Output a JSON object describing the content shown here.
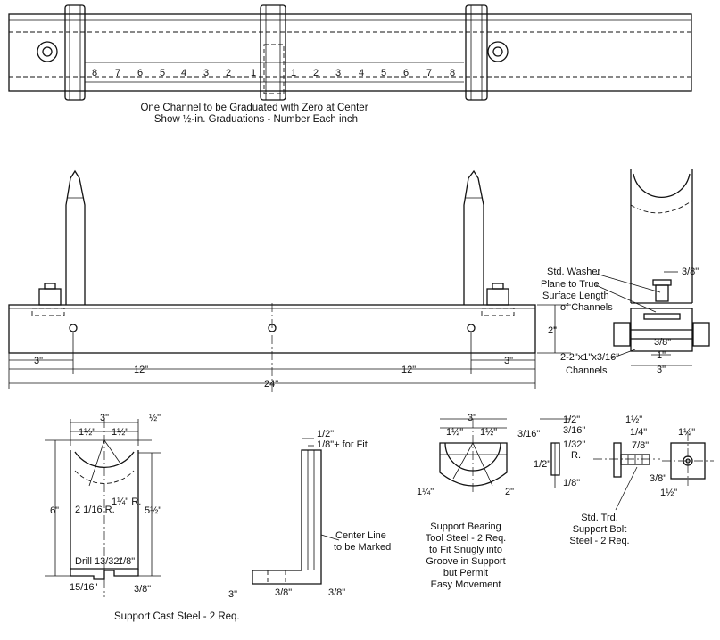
{
  "top_view": {
    "scale_left": [
      "8",
      "7",
      "6",
      "5",
      "4",
      "3",
      "2",
      "1"
    ],
    "scale_right": [
      "1",
      "2",
      "3",
      "4",
      "5",
      "6",
      "7",
      "8"
    ],
    "caption_1": "One Channel to be Graduated with Zero at Center",
    "caption_2": "Show ½-in. Graduations - Number Each inch"
  },
  "front_view": {
    "dims": {
      "left_3": "3\"",
      "left_12": "12\"",
      "right_12": "12\"",
      "right_3": "3\"",
      "total_24": "24\"",
      "height_2": "2\""
    }
  },
  "end_view": {
    "std_washer": "Std. Washer",
    "plane_1": "Plane to True",
    "plane_2": "Surface Length",
    "plane_3": "of Channels",
    "dim_3_8_top": "3/8\"",
    "dim_3_8_bolt": "3/8\"",
    "dim_1": "1\"",
    "dim_3": "3\"",
    "channels_1": "2-2\"x1\"x3/16\"",
    "channels_2": "Channels"
  },
  "support": {
    "dim_3": "3\"",
    "dim_half_l": "1½\"",
    "dim_half_r": "1½\"",
    "dim_top_half": "½\"",
    "dim_6": "6\"",
    "dim_5_half": "5½\"",
    "radius_1": "2 1/16 R.",
    "radius_2": "1¼\" R.",
    "drill": "Drill 13/32\"",
    "dim_1_8": "1/8\"",
    "dim_15_16": "15/16\"",
    "dim_3_8": "3/8\"",
    "caption": "Support Cast Steel - 2 Req."
  },
  "side_support": {
    "dim_half": "1/2\"",
    "fit": "1/8\"+ for Fit",
    "center_line_1": "Center Line",
    "center_line_2": "to be Marked",
    "dim_3": "3\"",
    "dim_3_8_a": "3/8\"",
    "dim_3_8_b": "3/8\""
  },
  "bearing": {
    "dim_3": "3\"",
    "dim_half_l": "1½\"",
    "dim_half_r": "1½\"",
    "dim_1_4": "1¼\"",
    "dim_2": "2\"",
    "caption": [
      "Support Bearing",
      "Tool Steel - 2 Req.",
      "to Fit Snugly into",
      "Groove in Support",
      "but Permit",
      "Easy Movement"
    ]
  },
  "blade": {
    "dim_1_2": "1/2\"",
    "dim_3_16_a": "3/16\"",
    "dim_3_16_b": "3/16\"",
    "dim_1_32": "1/32\"",
    "r": "R.",
    "dim_1_2_h": "1/2\"",
    "dim_1_8": "1/8\""
  },
  "bolt": {
    "dim_1_half": "1½\"",
    "dim_1_4": "1/4\"",
    "dim_7_8": "7/8\"",
    "dim_3_8": "3/8\"",
    "dim_sq_w": "1½\"",
    "dim_sq_h": "1½\"",
    "caption": [
      "Std. Trd.",
      "Support Bolt",
      "Steel - 2 Req."
    ]
  }
}
